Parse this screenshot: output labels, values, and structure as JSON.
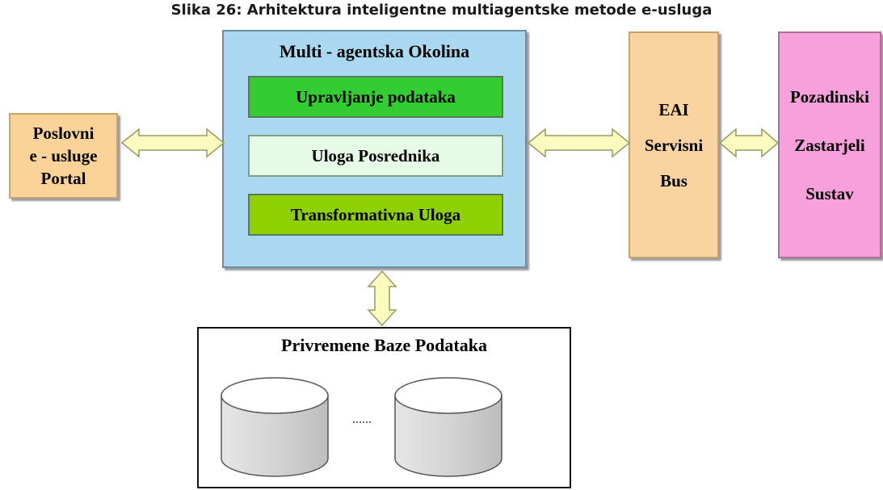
{
  "caption": "Slika 26: Arhitektura inteligentne multiagentske metode e-usluga",
  "portal": {
    "lines": [
      "Poslovni",
      "e - usluge",
      "Portal"
    ]
  },
  "multi_agent": {
    "title": "Multi - agentska Okolina",
    "modules": [
      "Upravljanje podataka",
      "Uloga Posrednika",
      "Transformativna Uloga"
    ]
  },
  "eai": {
    "lines": [
      "EAI",
      "Servisni",
      "Bus"
    ]
  },
  "legacy": {
    "lines": [
      "Pozadinski",
      "Zastarjeli",
      "Sustav"
    ]
  },
  "databases": {
    "title": "Privremene Baze Podataka",
    "ellipsis": "......"
  },
  "colors": {
    "portal": "#fbd399",
    "multi_agent": "#aad8f1",
    "module_data": "#33cc33",
    "module_broker": "#e6fbe6",
    "module_transform": "#8fd000",
    "eai": "#fad4a0",
    "legacy": "#f7a0dc",
    "arrow": "#fbfbc0"
  }
}
